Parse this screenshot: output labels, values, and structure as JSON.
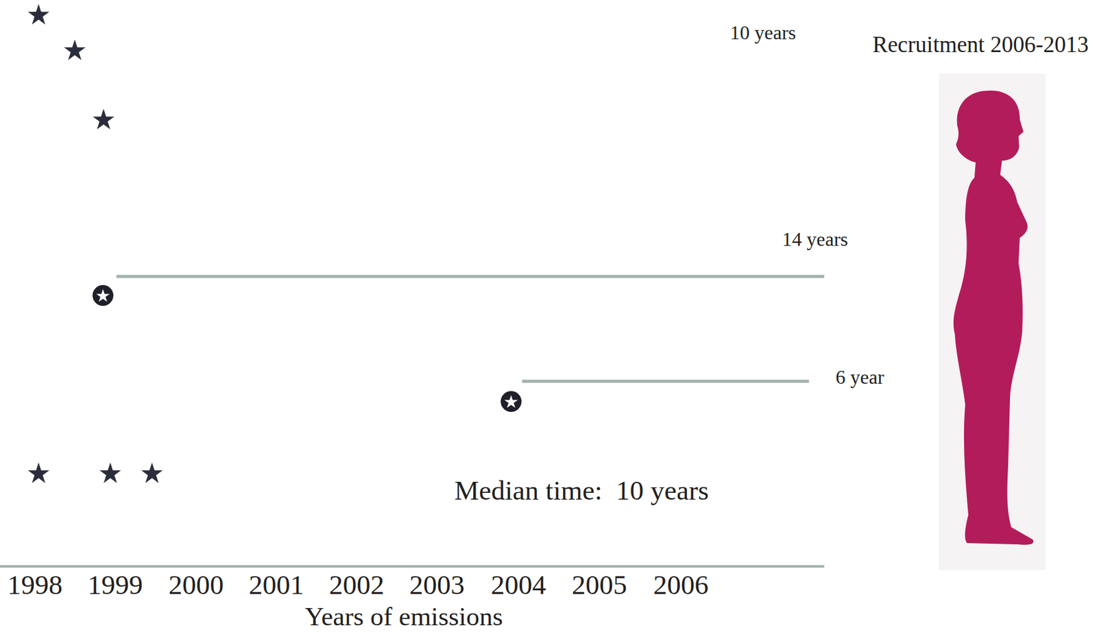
{
  "diagram": {
    "labels": [
      "10 years",
      "Recruitment 2006-2013",
      "14 years",
      "6 year",
      "Median time:  10 years",
      "1998",
      "1999",
      "2000",
      "2001",
      "2002",
      "2003",
      "2004",
      "2005",
      "2006",
      "Years of emissions"
    ]
  }
}
